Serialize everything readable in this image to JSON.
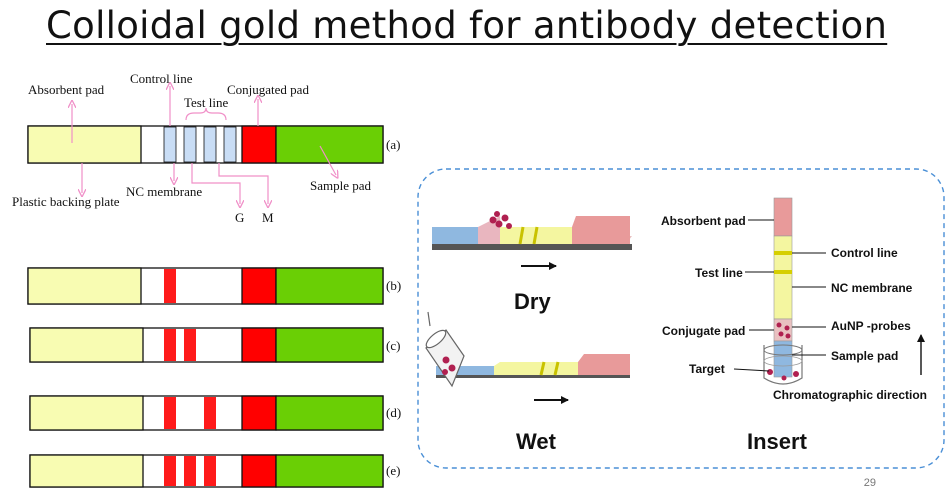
{
  "title": "Colloidal gold method for antibody detection",
  "page_number": "29",
  "left_diagram": {
    "labels": {
      "absorbent_pad": "Absorbent pad",
      "control_line": "Control line",
      "test_line": "Test line",
      "conjugated_pad": "Conjugated pad",
      "plastic_backing_plate": "Plastic backing plate",
      "nc_membrane": "NC membrane",
      "sample_pad": "Sample pad",
      "g": "G",
      "m": "M"
    },
    "strip_tags": [
      "(a)",
      "(b)",
      "(c)",
      "(d)",
      "(e)"
    ]
  },
  "right_panel": {
    "dry": "Dry",
    "wet": "Wet",
    "insert": "Insert",
    "labels": {
      "absorbent_pad": "Absorbent pad",
      "control_line": "Control line",
      "test_line": "Test line",
      "nc_membrane": "NC membrane",
      "conjugate_pad": "Conjugate pad",
      "aunp_probes": "AuNP -probes",
      "sample_pad": "Sample pad",
      "target": "Target",
      "chromatographic_direction": "Chromatographic direction"
    }
  },
  "colors": {
    "absorbent": "#f8fcb2",
    "conjugate": "#ff0000",
    "sample": "#6acf05",
    "membrane_line": "#c9ddf5",
    "test_red": "#ff1a1a",
    "arrow_pink": "#f090c8",
    "panel_border": "#4a8fd6",
    "strip_blue": "#8fb8e0",
    "strip_yellow": "#f4f6a0",
    "strip_pink": "#e89a9a"
  }
}
